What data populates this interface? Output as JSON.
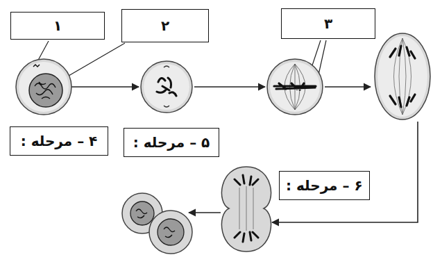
{
  "diagram": {
    "nodes": [
      {
        "text": [
          "۱"
        ]
      },
      {
        "text": [
          "۲"
        ]
      },
      {
        "text": [
          "۳"
        ]
      },
      {
        "text": [
          "۴ – مرحله :"
        ]
      },
      {
        "text": [
          "۵ – مرحله :"
        ]
      },
      {
        "text": [
          "۶ – مرحله :"
        ]
      }
    ]
  }
}
